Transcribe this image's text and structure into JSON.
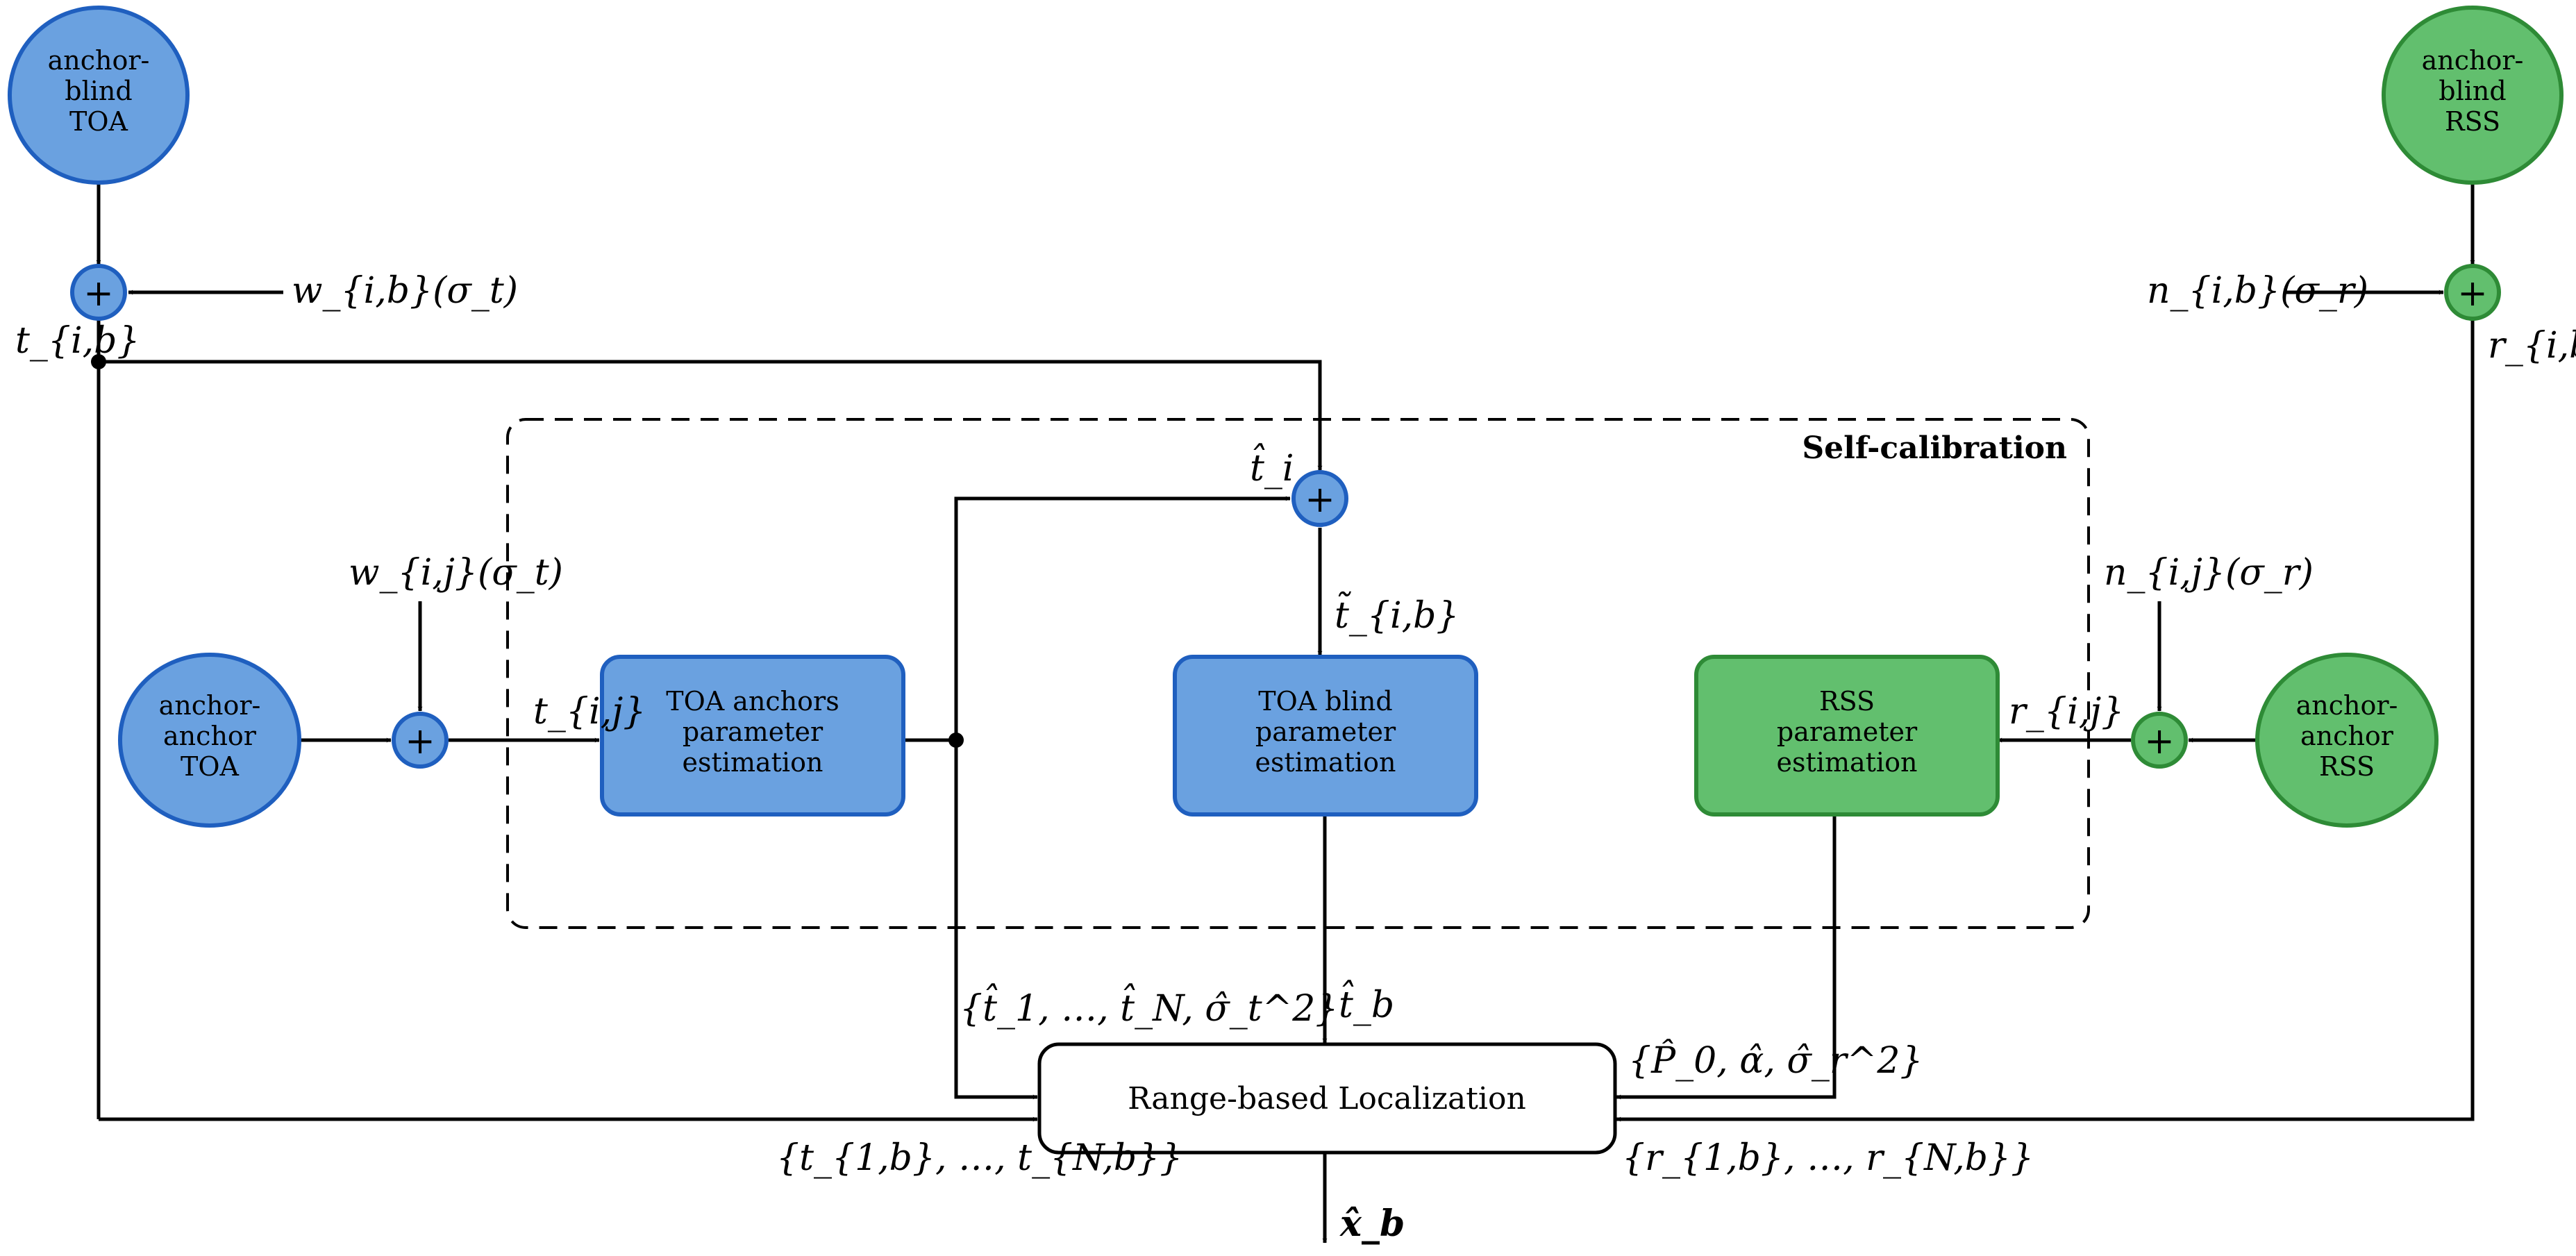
{
  "nodes": {
    "anchor_blind_toa": {
      "lines": [
        "anchor-",
        "blind",
        "TOA"
      ]
    },
    "anchor_blind_rss": {
      "lines": [
        "anchor-",
        "blind",
        "RSS"
      ]
    },
    "anchor_anchor_toa": {
      "lines": [
        "anchor-",
        "anchor",
        "TOA"
      ]
    },
    "anchor_anchor_rss": {
      "lines": [
        "anchor-",
        "anchor",
        "RSS"
      ]
    }
  },
  "boxes": {
    "toa_anchors_estimation": {
      "lines": [
        "TOA anchors",
        "parameter",
        "estimation"
      ]
    },
    "toa_blind_estimation": {
      "lines": [
        "TOA blind",
        "parameter",
        "estimation"
      ]
    },
    "rss_estimation": {
      "lines": [
        "RSS",
        "parameter",
        "estimation"
      ]
    },
    "range_localization": {
      "label": "Range-based Localization"
    }
  },
  "self_calibration_title": "Self-calibration",
  "adder_symbol": "+",
  "labels": {
    "w_ib": "w_{i,b}(σ_t)",
    "t_ib": "t_{i,b}",
    "n_ib": "n_{i,b}(σ_r)",
    "r_ib": "r_{i,b}",
    "w_ij": "w_{i,j}(σ_t)",
    "t_ij": "t_{i,j}",
    "n_ij": "n_{i,j}(σ_r)",
    "r_ij": "r_{i,j}",
    "t_hat_i": "t̂_i",
    "t_tilde_ib": "t̃_{i,b}",
    "t_hat_b": "t̂_b",
    "toa_params_set": "{t̂_1, …, t̂_N, σ̂_t^2}",
    "rss_params_set": "{P̂_0, α̂, σ̂_r^2}",
    "t_set": "{t_{1,b}, …, t_{N,b}}",
    "r_set": "{r_{1,b}, …, r_{N,b}}",
    "x_hat_b": "x̂_b"
  },
  "colors": {
    "toa_fill": "#6aa1e0",
    "toa_stroke": "#1f5fbf",
    "rss_fill": "#62bf6e",
    "rss_stroke": "#2e8b36",
    "line": "#000000"
  }
}
